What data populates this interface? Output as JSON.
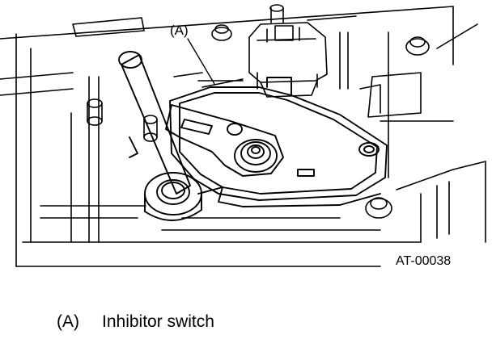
{
  "diagram": {
    "callout_label": "(A)",
    "figure_code": "AT-00038"
  },
  "legend": [
    {
      "key": "(A)",
      "text": "Inhibitor switch"
    }
  ]
}
